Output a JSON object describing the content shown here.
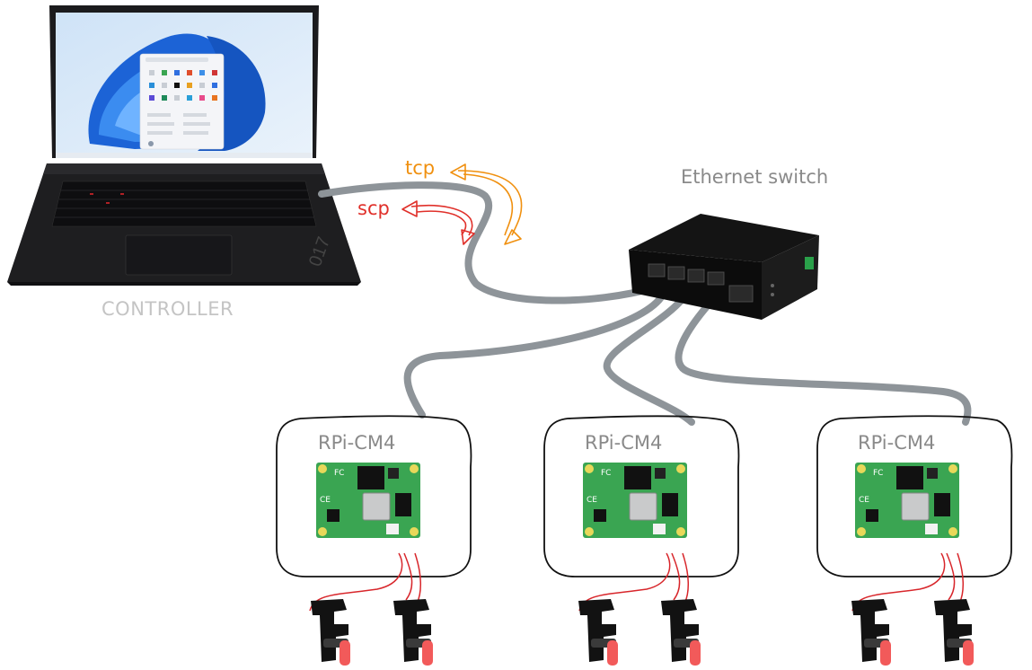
{
  "labels": {
    "controller": "CONTROLLER",
    "switch": "Ethernet switch",
    "tcp": "tcp",
    "scp": "scp"
  },
  "nodes": [
    {
      "label": "RPi-CM4"
    },
    {
      "label": "RPi-CM4"
    },
    {
      "label": "RPi-CM4"
    }
  ],
  "colors": {
    "cable": "#8e9499",
    "tcp": "#f0900f",
    "scp": "#e0302a",
    "pcb": "#3aa552"
  }
}
